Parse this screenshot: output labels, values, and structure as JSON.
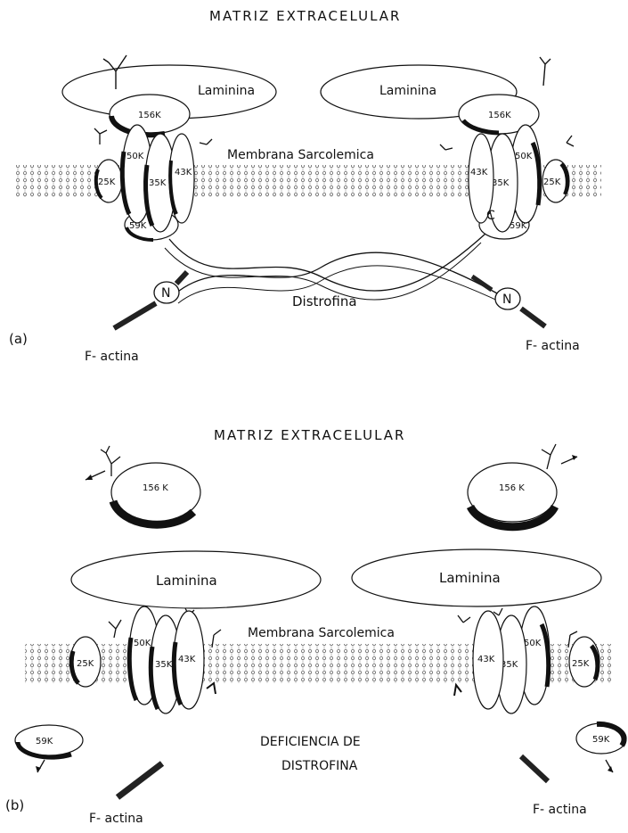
{
  "panel_a": {
    "panel_label": "(a)",
    "top_label": "MATRIZ EXTRACELULAR",
    "membrane_label": "Membrana Sarcolemica",
    "laminin_left": "Laminina",
    "laminin_right": "Laminina",
    "dystrophin_label": "Distrofina",
    "actin_left": "F- actina",
    "actin_right": "F- actina",
    "n_left": "N",
    "n_right": "N",
    "c_right": "C",
    "left_complex": {
      "p156": "156K",
      "p50": "50K",
      "p35": "35K",
      "p43": "43K",
      "p25": "25K",
      "p59": "59K"
    },
    "right_complex": {
      "p156": "156K",
      "p50": "50K",
      "p35": "35K",
      "p43": "43K",
      "p25": "25K",
      "p59": "59K"
    }
  },
  "panel_b": {
    "panel_label": "(b)",
    "top_label": "MATRIZ EXTRACELULAR",
    "membrane_label": "Membrana Sarcolemica",
    "laminin_left": "Laminina",
    "laminin_right": "Laminina",
    "deficiency_line1": "DEFICIENCIA DE",
    "deficiency_line2": "DISTROFINA",
    "actin_left": "F- actina",
    "actin_right": "F- actina",
    "left_complex": {
      "p156": "156 K",
      "p50": "50K",
      "p35": "35K",
      "p43": "43K",
      "p25": "25K",
      "p59": "59K"
    },
    "right_complex": {
      "p156": "156 K",
      "p50": "50K",
      "p35": "35K",
      "p43": "43K",
      "p25": "25K",
      "p59": "59K"
    }
  }
}
